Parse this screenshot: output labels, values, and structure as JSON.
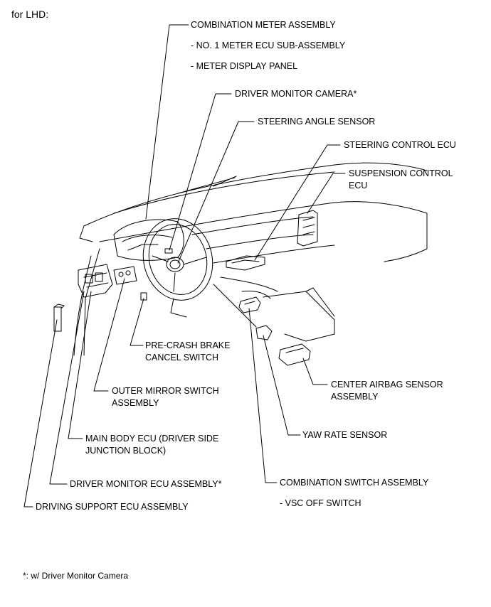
{
  "heading": "for LHD:",
  "labels": {
    "combination_meter": "COMBINATION METER ASSEMBLY",
    "combination_meter_sub1": "- NO. 1 METER ECU SUB-ASSEMBLY",
    "combination_meter_sub2": "- METER DISPLAY PANEL",
    "driver_monitor_camera": "DRIVER MONITOR CAMERA*",
    "steering_angle_sensor": "STEERING ANGLE SENSOR",
    "steering_control_ecu": "STEERING CONTROL ECU",
    "suspension_control_ecu_1": "SUSPENSION CONTROL",
    "suspension_control_ecu_2": "ECU",
    "pre_crash_brake_1": "PRE-CRASH BRAKE",
    "pre_crash_brake_2": "CANCEL SWITCH",
    "center_airbag_1": "CENTER AIRBAG SENSOR",
    "center_airbag_2": "ASSEMBLY",
    "outer_mirror_1": "OUTER MIRROR SWITCH",
    "outer_mirror_2": "ASSEMBLY",
    "yaw_rate_sensor": "YAW RATE SENSOR",
    "main_body_ecu_1": "MAIN BODY ECU (DRIVER SIDE",
    "main_body_ecu_2": "JUNCTION BLOCK)",
    "driver_monitor_ecu": "DRIVER MONITOR ECU ASSEMBLY*",
    "combination_switch": "COMBINATION SWITCH ASSEMBLY",
    "combination_switch_sub": "- VSC OFF SWITCH",
    "driving_support_ecu": "DRIVING SUPPORT ECU ASSEMBLY"
  },
  "footnote": "*: w/ Driver Monitor Camera",
  "colors": {
    "line": "#000000",
    "background": "#ffffff"
  }
}
